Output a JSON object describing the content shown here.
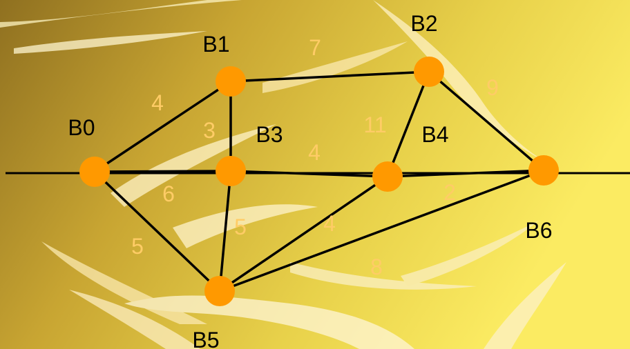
{
  "colors": {
    "background_dark": "#9a7a22",
    "background_mid": "#d6b83a",
    "background_light": "#f7e55e",
    "node_fill": "#ff9900",
    "edge_stroke": "#000000",
    "weight_text": "#ffcc66",
    "node_text": "#000000"
  },
  "nodes": [
    {
      "id": "B0",
      "label": "B0"
    },
    {
      "id": "B1",
      "label": "B1"
    },
    {
      "id": "B2",
      "label": "B2"
    },
    {
      "id": "B3",
      "label": "B3"
    },
    {
      "id": "B4",
      "label": "B4"
    },
    {
      "id": "B5",
      "label": "B5"
    },
    {
      "id": "B6",
      "label": "B6"
    }
  ],
  "edges": [
    {
      "from": "B0",
      "to": "B1",
      "weight": "4"
    },
    {
      "from": "B0",
      "to": "B3",
      "weight": "6"
    },
    {
      "from": "B0",
      "to": "B5",
      "weight": "5"
    },
    {
      "from": "B1",
      "to": "B3",
      "weight": "3"
    },
    {
      "from": "B1",
      "to": "B2",
      "weight": "7"
    },
    {
      "from": "B3",
      "to": "B4",
      "weight": "4"
    },
    {
      "from": "B3",
      "to": "B5",
      "weight": "5"
    },
    {
      "from": "B2",
      "to": "B4",
      "weight": "11"
    },
    {
      "from": "B2",
      "to": "B6",
      "weight": "9"
    },
    {
      "from": "B4",
      "to": "B6",
      "weight": "2"
    },
    {
      "from": "B4",
      "to": "B5",
      "weight": "4"
    },
    {
      "from": "B5",
      "to": "B6",
      "weight": "8"
    }
  ]
}
